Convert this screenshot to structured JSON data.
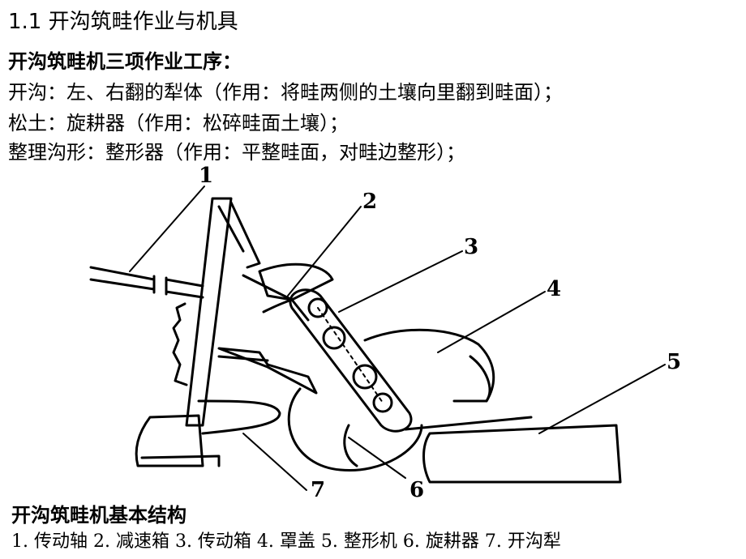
{
  "title": "1.1 开沟筑畦作业与机具",
  "heading": "开沟筑畦机三项作业工序：",
  "lines": [
    "开沟：左、右翻的犁体（作用：将畦两侧的土壤向里翻到畦面）；",
    "松土：旋耕器（作用：松碎畦面土壤）；",
    "整理沟形：整形器（作用：平整畦面，对畦边整形）；"
  ],
  "diagram": {
    "labels": [
      "1",
      "2",
      "3",
      "4",
      "5",
      "6",
      "7"
    ]
  },
  "caption": "开沟筑畦机基本结构",
  "legend": "1. 传动轴   2. 减速箱   3. 传动箱   4. 罩盖   5. 整形机   6. 旋耕器   7. 开沟犁"
}
